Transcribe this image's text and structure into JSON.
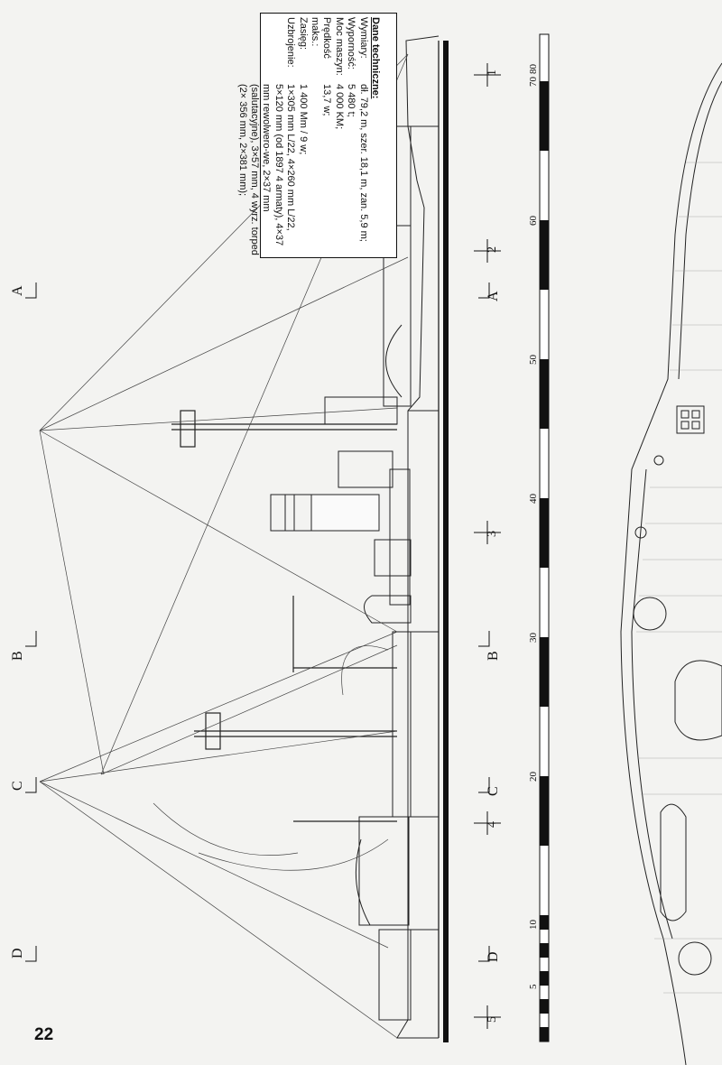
{
  "page_number": "22",
  "specs": {
    "title": "Dane techniczne:",
    "rows": [
      {
        "label": "Wymiary:",
        "value": "dł. 79,2 m, szer. 18,1 m, zan. 5,9 m;"
      },
      {
        "label": "Wyporność:",
        "value": "5 480 t;"
      },
      {
        "label": "Moc maszyn:",
        "value": "4 000 KM;"
      },
      {
        "label": "Prędkość maks.:",
        "value": "13,7 w;"
      },
      {
        "label": "Zasięg:",
        "value": "1 400 Mm / 9 w;"
      },
      {
        "label": "Uzbrojenie:",
        "value": "1×305 mm L/22, 4×260 mm L/22, 5×120 mm (od 1897 4 armaty), 4×37 mm rewolwero-we, 2×37 mm (salutacyjne), 3×57 mm, 4 wyrz. torped (2× 356 mm, 2×381 mm);"
      }
    ]
  },
  "section_markers": {
    "A": "A",
    "B": "B",
    "C": "C",
    "D": "D"
  },
  "frame_numbers": [
    "1",
    "2",
    "3",
    "4",
    "5"
  ],
  "scale_labels": [
    "5",
    "10",
    "20",
    "30",
    "40",
    "50",
    "60",
    "70",
    "80"
  ]
}
